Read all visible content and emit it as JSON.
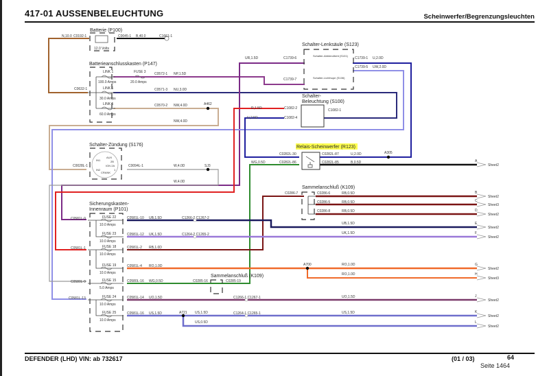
{
  "header": {
    "title": "417-01 AUSSENBELEUCHTUNG",
    "subtitle": "Scheinwerfer/Begrenzungsleuchten"
  },
  "footer": {
    "vehicle": "DEFENDER  (LHD) VIN: ab 732617",
    "sheet": "(01 / 03)",
    "page_number": "64",
    "seite": "Seite 1464"
  },
  "colors": {
    "brown": "#a0622d",
    "tan": "#c9ad92",
    "purple": "#7b2a86",
    "navy": "#1f1f9e",
    "light_blue": "#8f8fe6",
    "red": "#e02020",
    "green": "#2e8b2e",
    "dark_red": "#7a1414",
    "dark_navy": "#1a1a5e",
    "lavender": "#9a78d8",
    "orange": "#f06a2a",
    "plum": "#7a3a6a",
    "periwinkle": "#6e6ecc",
    "black": "#111111",
    "grey": "#999999",
    "highlight": "#ffff33"
  },
  "components": {
    "battery": {
      "title": "Batterie (P100)",
      "rating": "12.0 Volts",
      "left_conn": "C0192-1",
      "right_conn": "C0045-1",
      "wire_left": "N,10.0",
      "wire_right": "B,40.0",
      "ground_conn": "C1661-1"
    },
    "battery_junction": {
      "title": "Batterieanschlusskasten (P147)",
      "input_conn": "C0632-1",
      "link1": {
        "name": "LINK 1",
        "rating": "100.0 Amps"
      },
      "fuse3": {
        "name": "FUSE 3",
        "rating": "20.0 Amps"
      },
      "link6": {
        "name": "LINK 6",
        "rating": "30.0 Amps"
      },
      "link5": {
        "name": "LINK 5",
        "rating": "60.0 Amps"
      },
      "out1_conn": "C0572-1",
      "out1_wire": "NP,1.5D",
      "out2_conn": "C0571-3",
      "out2_wire": "NU,3.0D",
      "out3_conn": "C0570-2",
      "out3_wire": "NW,4.0D",
      "splice": "A462",
      "return_wire": "NW,4.0D"
    },
    "column_switch": {
      "title": "Schalter-Lenksäule (S123)",
      "sw1": "Schalter-Abblendlicht (S101)",
      "sw2": "Schalter-Lichthupe (S106)",
      "in1_conn": "C1739-6",
      "in1_wire": "UR,1.5D",
      "in2_conn": "C1739-7",
      "out1_conn": "C1739-1",
      "out1_wire": "U,2.0D",
      "out2_conn": "C1739-5",
      "out2_wire": "UW,2.0D"
    },
    "light_switch": {
      "title_line1": "Schalter-",
      "title_line2": "Beleuchtung (S100)",
      "in1_conn": "C1082-2",
      "in1_wire": "R,1.5D",
      "in2_conn": "C1082-4",
      "in2_wire": "U,2.5D",
      "out_conn": "C1082-1"
    },
    "ignition_switch": {
      "title": "Schalter-Zündung (S176)",
      "in_conn": "C0028L-1",
      "out_conn": "C0094L-1",
      "wire": "W,4.0D",
      "splice": "SJ3",
      "return_wire": "W,4.0D",
      "positions": [
        "AUX",
        "2B",
        "IGN 2A",
        "1",
        "IN1",
        "IN2",
        "CRANK"
      ]
    },
    "relay": {
      "title": "Relais-Scheinwerfer (R123)",
      "c30": "C0282L-30",
      "c86": "C0282L-86",
      "c87": "C0282L-87",
      "c85": "C0282L-85",
      "w87": "U,2.0D",
      "w85": "B,0.5D",
      "w86": "WG,0.5D",
      "splice": "A305"
    },
    "splice_k109_top": {
      "title": "Sammelanschluß (K109)",
      "in_conn": "C0286-7",
      "outs": [
        {
          "conn": "C0286-6",
          "wire": "RB,0.5D"
        },
        {
          "conn": "C0286-5",
          "wire": "RB,0.5D"
        },
        {
          "conn": "C0286-8",
          "wire": "RB,0.5D"
        }
      ]
    },
    "fusebox_interior": {
      "title_line1": "Sicherungskasten-",
      "title_line2": "Innenraum (P101)",
      "fuses": [
        {
          "name": "FUSE 22",
          "rating": "10.0 Amps",
          "in": "C0581L-9",
          "out": "C0581L-10",
          "wire": "UB,1.5D",
          "inline": "C1266-2 C1267-2"
        },
        {
          "name": "FUSE 23",
          "rating": "10.0 Amps",
          "in": "",
          "out": "C0581L-12",
          "wire": "UK,1.5D",
          "inline": "C1264-2 C1265-2"
        },
        {
          "name": "FUSE 18",
          "rating": "10.0 Amps",
          "in": "C0581L-1",
          "out": "C0581L-2",
          "wire": "RB,1.0D",
          "inline": ""
        },
        {
          "name": "FUSE 19",
          "rating": "10.0 Amps",
          "in": "",
          "out": "C0581L-4",
          "wire": "RO,1.0D",
          "inline": ""
        },
        {
          "name": "FUSE 15",
          "rating": "5.0 Amps",
          "in": "C0580L-9",
          "out": "C0580L-16",
          "wire": "WG,0.5D",
          "inline": ""
        },
        {
          "name": "FUSE 24",
          "rating": "10.0 Amps",
          "in": "C0581L-13",
          "out": "C0581L-14",
          "wire": "UO,1.5D",
          "inline": "C1266-1 C1267-1"
        },
        {
          "name": "FUSE 25",
          "rating": "10.0 Amps",
          "in": "",
          "out": "C0581L-16",
          "wire": "US,1.5D",
          "inline": "C1264-1 C1265-1"
        }
      ]
    },
    "splice_k109_bottom": {
      "title": "Sammelanschluß (K109)",
      "left_conn": "C0285-16",
      "right_conn": "C0285-19"
    },
    "splices": {
      "a700": "A700",
      "a721": "A721"
    },
    "extra_wires": {
      "ub": "UB,1.5D",
      "uk": "UK,1.5D",
      "ro_g": "RO,1.0D",
      "ro_h": "RO,1.0D",
      "uo": "UO,1.5D",
      "us_k": "US,1.5D",
      "us_a721": "US,1.5D",
      "us_l": "US,0.5D"
    }
  },
  "sheet_refs": [
    {
      "letter": "A",
      "sheet": "Sheet2"
    },
    {
      "letter": "B",
      "sheet": "Sheet2"
    },
    {
      "letter": "C",
      "sheet": "Sheet3"
    },
    {
      "letter": "D",
      "sheet": "Sheet2"
    },
    {
      "letter": "E",
      "sheet": "Sheet2"
    },
    {
      "letter": "F",
      "sheet": "Sheet2"
    },
    {
      "letter": "G",
      "sheet": "Sheet2"
    },
    {
      "letter": "H",
      "sheet": "Sheet3"
    },
    {
      "letter": "J",
      "sheet": "Sheet2"
    },
    {
      "letter": "K",
      "sheet": "Sheet2"
    },
    {
      "letter": "L",
      "sheet": "Sheet2"
    }
  ]
}
